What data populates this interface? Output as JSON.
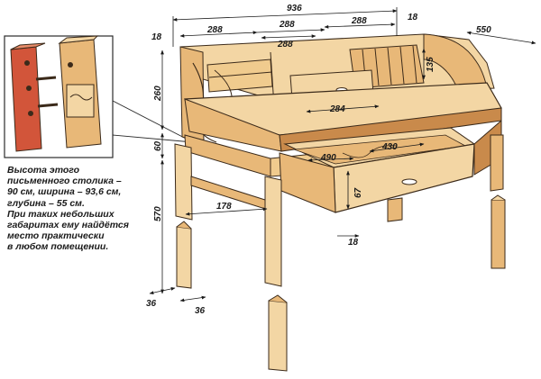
{
  "caption": {
    "lines": [
      "Высота этого",
      "письменного столика –",
      "90 см, ширина – 93,6 см,",
      "глубина – 55 см.",
      "При таких небольших",
      "габаритах ему найдётся",
      "место практически",
      "в любом помещении."
    ]
  },
  "dimensions": {
    "total_width": "936",
    "depth": "550",
    "top_thickness": "18",
    "right_thickness": "18",
    "top_left": "288",
    "top_mid": "288",
    "top_right": "288",
    "inner_mid": "288",
    "organizer_height": "135",
    "superstructure_height": "260",
    "shelf_width": "284",
    "apron": "60",
    "leg_height": "570",
    "leg_spacing": "178",
    "drawer_width": "490",
    "drawer_depth": "430",
    "drawer_height": "67",
    "drawer_bottom": "18",
    "leg_section_a": "36",
    "leg_section_b": "36"
  },
  "colors": {
    "wood_light": "#f3d6a4",
    "wood_mid": "#e8b878",
    "wood_dark": "#c98a4b",
    "end_grain": "#d2553a",
    "line": "#3b2a1a"
  }
}
